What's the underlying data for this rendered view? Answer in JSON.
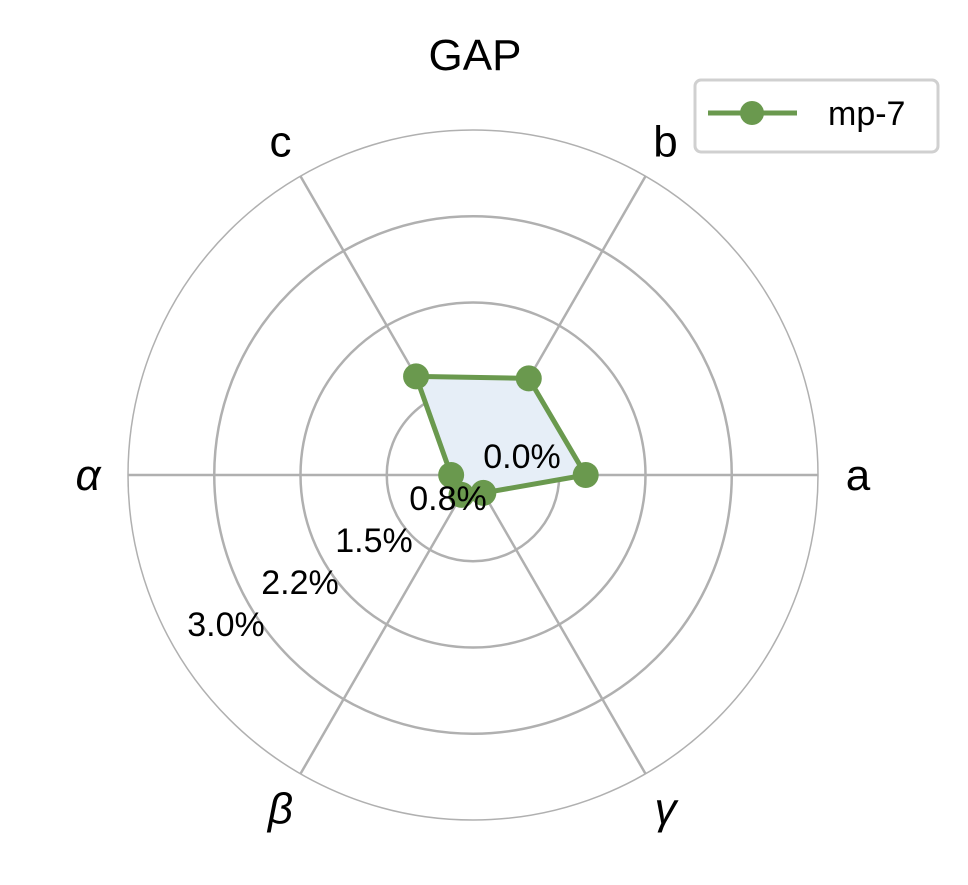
{
  "chart_data": {
    "type": "radar",
    "title": "GAP",
    "axes": [
      "a",
      "b",
      "c",
      "α",
      "β",
      "γ"
    ],
    "radial_range": [
      0.0,
      3.0
    ],
    "radial_unit": "%",
    "radial_ticks": [
      0.0,
      0.75,
      1.5,
      2.25,
      3.0
    ],
    "radial_tick_labels": [
      "0.0%",
      "0.8%",
      "1.5%",
      "2.2%",
      "3.0%"
    ],
    "grid": true,
    "legend_position": "top-right",
    "series": [
      {
        "name": "mp-7",
        "values": [
          0.98,
          0.97,
          0.99,
          0.19,
          0.2,
          0.18
        ],
        "color": "#6a994e",
        "fill": "#e6eef7"
      }
    ]
  }
}
